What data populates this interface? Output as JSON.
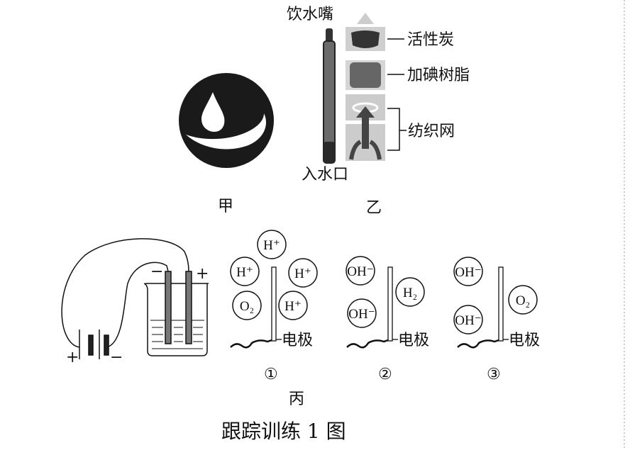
{
  "figure_jia": {
    "label": "甲",
    "logo": "water-saving-logo"
  },
  "figure_yi": {
    "label": "乙",
    "top_label": "饮水嘴",
    "bottom_label": "入水口",
    "layers": [
      "活性炭",
      "加碘树脂",
      "纺织网"
    ]
  },
  "figure_bing": {
    "label": "丙",
    "beaker_signs": {
      "left": "−",
      "right": "+"
    },
    "battery_signs": {
      "left": "+",
      "right": "−"
    },
    "panels": [
      {
        "number": "①",
        "electrode": "电极",
        "particles": [
          "H⁺",
          "H⁺",
          "H⁺",
          "O₂",
          "H⁺"
        ]
      },
      {
        "number": "②",
        "electrode": "电极",
        "particles": [
          "OH⁻",
          "H₂",
          "OH⁻"
        ]
      },
      {
        "number": "③",
        "electrode": "电极",
        "particles": [
          "OH⁻",
          "O₂",
          "OH⁻"
        ]
      }
    ]
  },
  "caption": "跟踪训练 1 图"
}
